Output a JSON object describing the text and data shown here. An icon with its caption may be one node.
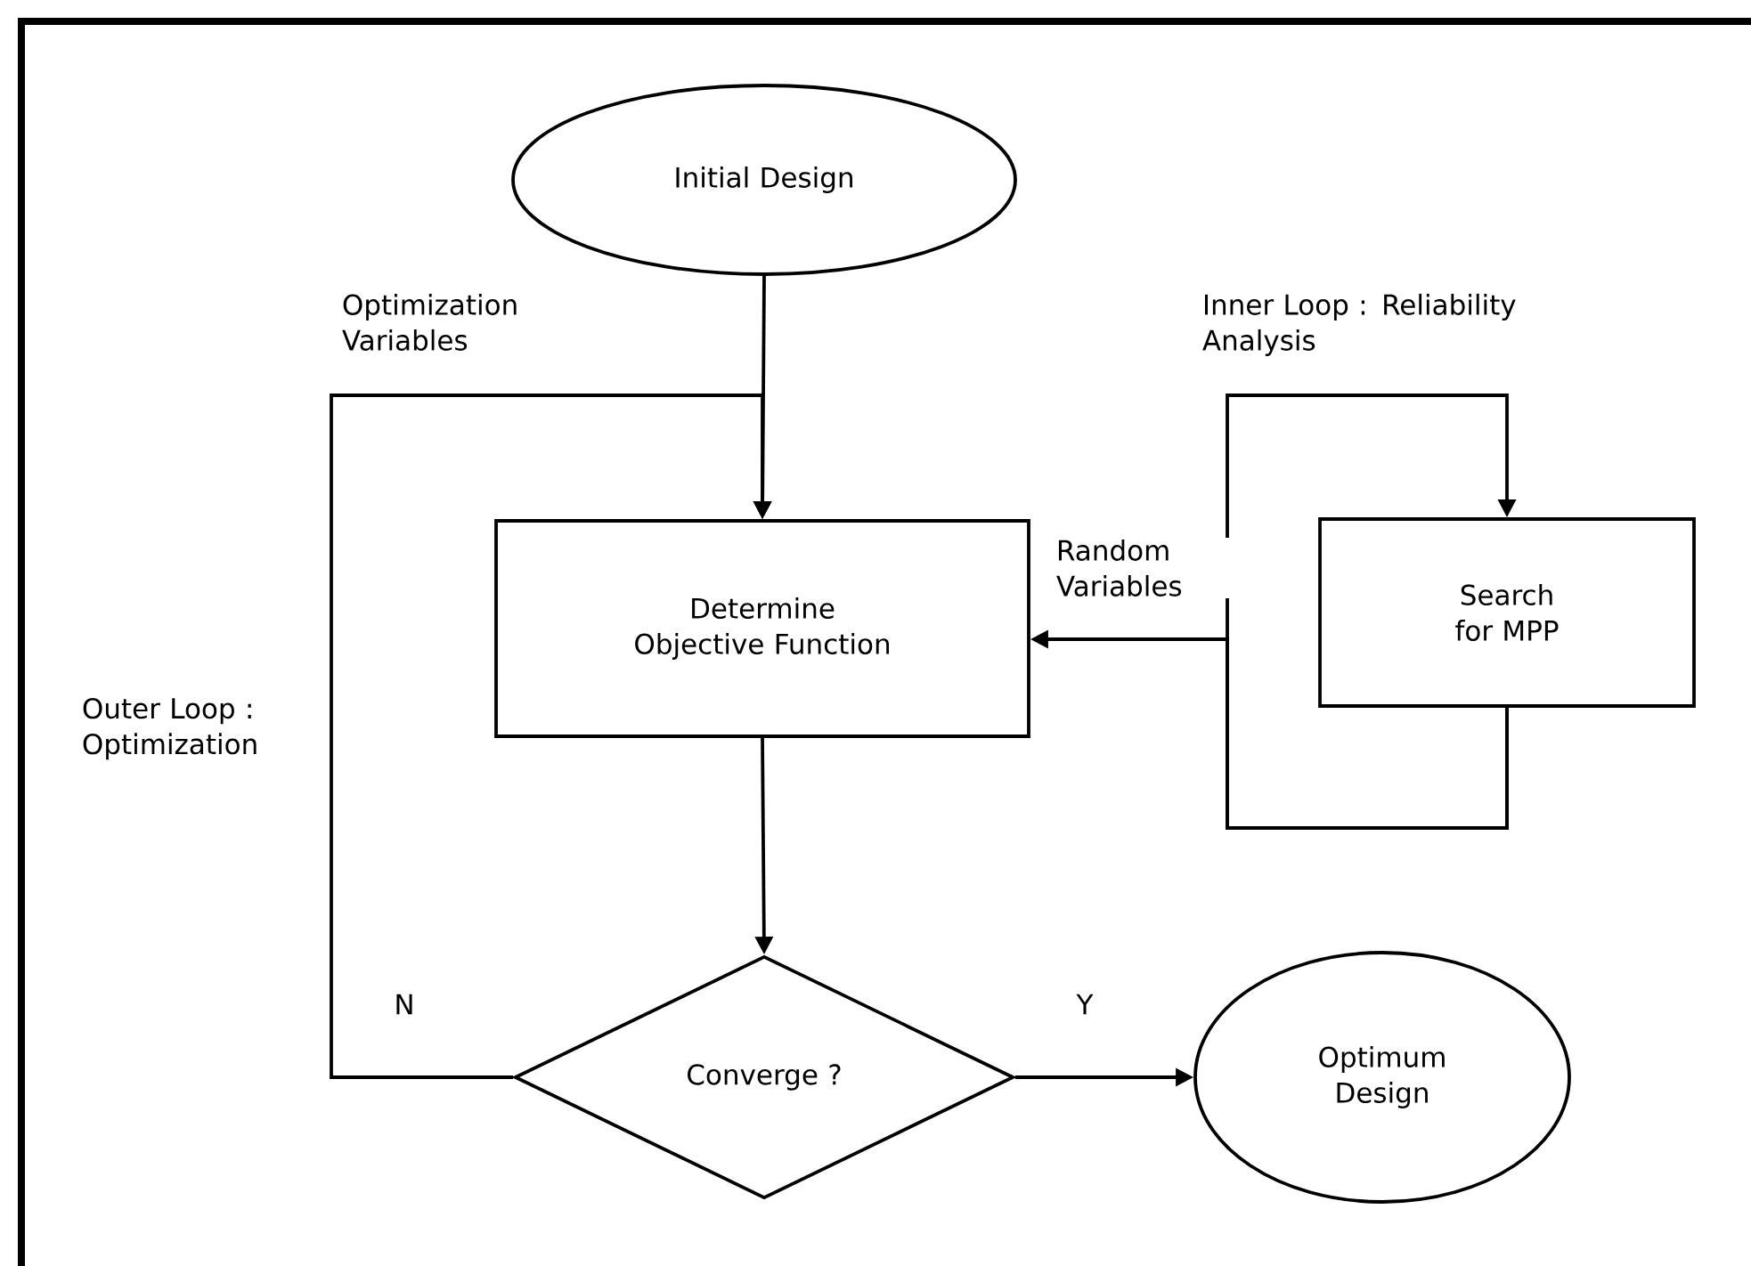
{
  "diagram": {
    "nodes": [
      {
        "text": [
          "Initial Design"
        ]
      },
      {
        "text": [
          "Determine Objective Function"
        ]
      },
      {
        "text": [
          "Search for MPP"
        ]
      },
      {
        "text": [
          "Converge ?"
        ]
      },
      {
        "text": [
          "Optimum Design"
        ]
      }
    ],
    "edges": [
      {
        "from": 0,
        "to": 1,
        "arrow": "to"
      },
      {
        "from": 3,
        "to": 1,
        "arrow": "to",
        "label": "N"
      },
      {
        "from": 2,
        "to": 2,
        "arrow": "to"
      },
      {
        "from": 2,
        "to": 1,
        "arrow": "to",
        "label": "Random Variables"
      },
      {
        "from": 1,
        "to": 3,
        "arrow": "to"
      },
      {
        "from": 3,
        "to": 4,
        "arrow": "to",
        "label": "Y"
      }
    ],
    "labels": [
      "Optimization Variables",
      "Inner Loop : Reliability Analysis",
      "Outer Loop : Optimization"
    ]
  }
}
